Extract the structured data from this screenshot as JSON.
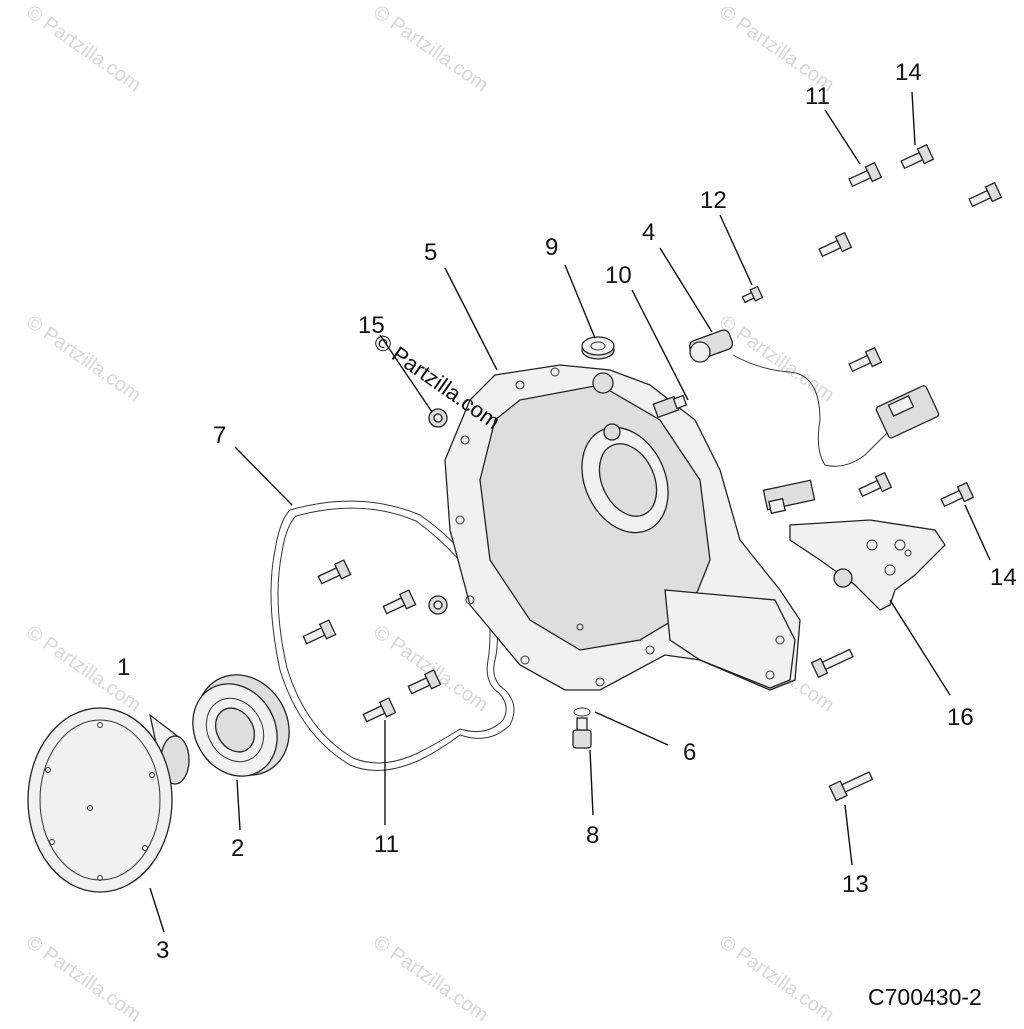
{
  "diagram": {
    "reference_code": "C700430-2",
    "watermark_text": "© Partzilla.com",
    "callouts": [
      {
        "id": "c1",
        "label": "1"
      },
      {
        "id": "c2",
        "label": "2"
      },
      {
        "id": "c3",
        "label": "3"
      },
      {
        "id": "c4",
        "label": "4"
      },
      {
        "id": "c5",
        "label": "5"
      },
      {
        "id": "c6",
        "label": "6"
      },
      {
        "id": "c7",
        "label": "7"
      },
      {
        "id": "c8",
        "label": "8"
      },
      {
        "id": "c9",
        "label": "9"
      },
      {
        "id": "c10",
        "label": "10"
      },
      {
        "id": "c11a",
        "label": "11"
      },
      {
        "id": "c11b",
        "label": "11"
      },
      {
        "id": "c12",
        "label": "12"
      },
      {
        "id": "c13",
        "label": "13"
      },
      {
        "id": "c14a",
        "label": "14"
      },
      {
        "id": "c14b",
        "label": "14"
      },
      {
        "id": "c15",
        "label": "15"
      },
      {
        "id": "c16",
        "label": "16"
      }
    ]
  }
}
